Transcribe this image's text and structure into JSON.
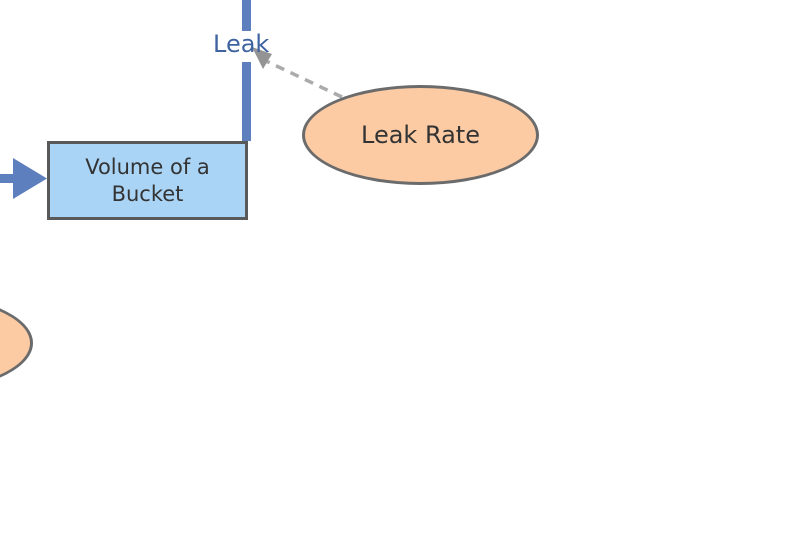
{
  "colors": {
    "flow_blue": "#5E7FBD",
    "leak_label_blue": "#3E63A0",
    "stock_fill": "#A9D4F6",
    "stock_border": "#595959",
    "converter_fill": "#FCCBA4",
    "converter_border": "#6B6B6B",
    "connector_gray": "#ABABAB",
    "arrowhead_gray": "#949494",
    "text_dark": "#333333",
    "canvas_bg": "#FFFFFF"
  },
  "stock": {
    "label_lines": [
      "Volume of a",
      "Bucket"
    ]
  },
  "flow": {
    "label": "Leak"
  },
  "converter": {
    "label": "Leak Rate"
  }
}
